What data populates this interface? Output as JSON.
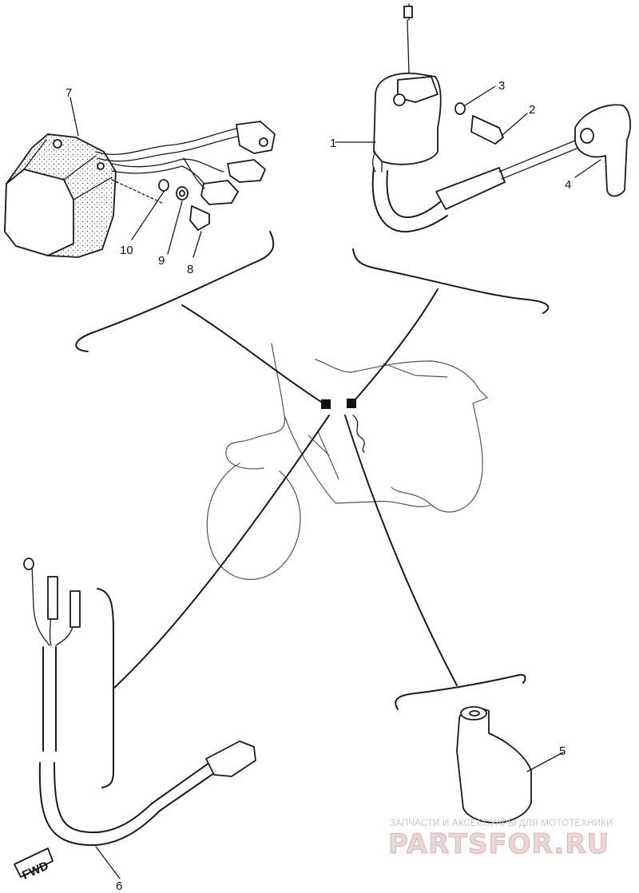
{
  "callouts": {
    "n1": "1",
    "n2": "2",
    "n3": "3",
    "n4": "4",
    "n5": "5",
    "n6": "6",
    "n7": "7",
    "n8": "8",
    "n9": "9",
    "n10": "10"
  },
  "direction_tag": "FWD",
  "watermark": {
    "tagline": "ЗАПЧАСТИ И АКСЕССУАРЫ ДЛЯ МОТОТЕХНИКИ",
    "brand": "PARTSFOR.RU"
  },
  "colors": {
    "line": "#1a1a1a",
    "background": "#ffffff",
    "watermark_brand": "#ead6d6"
  }
}
